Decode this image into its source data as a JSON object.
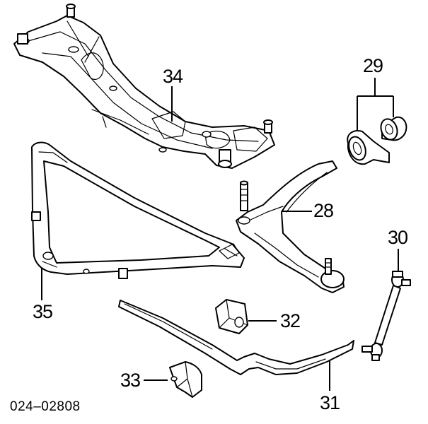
{
  "callouts": {
    "p34": "34",
    "p29": "29",
    "p28": "28",
    "p30": "30",
    "p35": "35",
    "p32": "32",
    "p33": "33",
    "p31": "31"
  },
  "reference_code": "024–02808"
}
